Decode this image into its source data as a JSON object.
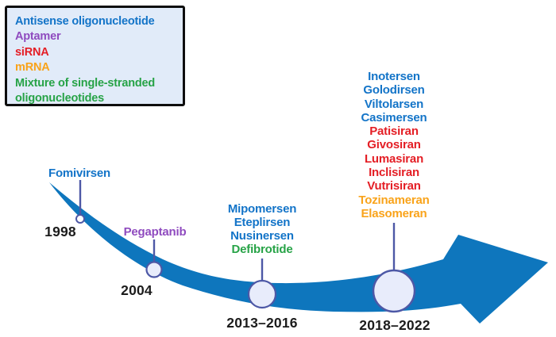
{
  "colors": {
    "antisense": "#1374c8",
    "aptamer": "#8f4bbf",
    "sirna": "#e41e25",
    "mrna": "#f9a31a",
    "mixture": "#27a347",
    "arrow": "#0e76bd",
    "connector": "#4d58a6",
    "year_text": "#1c1c1c",
    "legend_background": "#e1ebf9",
    "legend_border": "#0e0e0e",
    "marker_fill": "#e8ecfb"
  },
  "legend": {
    "items": [
      {
        "label": "Antisense oligonucleotide",
        "lines": [
          "Antisense oligonucleotide"
        ],
        "color_key": "antisense"
      },
      {
        "label": "Aptamer",
        "lines": [
          "Aptamer"
        ],
        "color_key": "aptamer"
      },
      {
        "label": "siRNA",
        "lines": [
          "siRNA"
        ],
        "color_key": "sirna"
      },
      {
        "label": "mRNA",
        "lines": [
          "mRNA"
        ],
        "color_key": "mrna"
      },
      {
        "label": "Mixture of single-stranded oligonucleotides",
        "lines": [
          "Mixture of single-stranded",
          "oligonucleotides"
        ],
        "color_key": "mixture"
      }
    ]
  },
  "timeline": {
    "events": [
      {
        "year": "1998",
        "drugs": [
          {
            "name": "Fomivirsen",
            "category": "Antisense oligonucleotide"
          }
        ]
      },
      {
        "year": "2004",
        "drugs": [
          {
            "name": "Pegaptanib",
            "category": "Aptamer"
          }
        ]
      },
      {
        "year": "2013–2016",
        "drugs": [
          {
            "name": "Mipomersen",
            "category": "Antisense oligonucleotide"
          },
          {
            "name": "Eteplirsen",
            "category": "Antisense oligonucleotide"
          },
          {
            "name": "Nusinersen",
            "category": "Antisense oligonucleotide"
          },
          {
            "name": "Defibrotide",
            "category": "Mixture of single-stranded oligonucleotides"
          }
        ]
      },
      {
        "year": "2018–2022",
        "drugs": [
          {
            "name": "Inotersen",
            "category": "Antisense oligonucleotide"
          },
          {
            "name": "Golodirsen",
            "category": "Antisense oligonucleotide"
          },
          {
            "name": "Viltolarsen",
            "category": "Antisense oligonucleotide"
          },
          {
            "name": "Casimersen",
            "category": "Antisense oligonucleotide"
          },
          {
            "name": "Patisiran",
            "category": "siRNA"
          },
          {
            "name": "Givosiran",
            "category": "siRNA"
          },
          {
            "name": "Lumasiran",
            "category": "siRNA"
          },
          {
            "name": "Inclisiran",
            "category": "siRNA"
          },
          {
            "name": "Vutrisiran",
            "category": "siRNA"
          },
          {
            "name": "Tozinameran",
            "category": "mRNA"
          },
          {
            "name": "Elasomeran",
            "category": "mRNA"
          }
        ]
      }
    ]
  }
}
